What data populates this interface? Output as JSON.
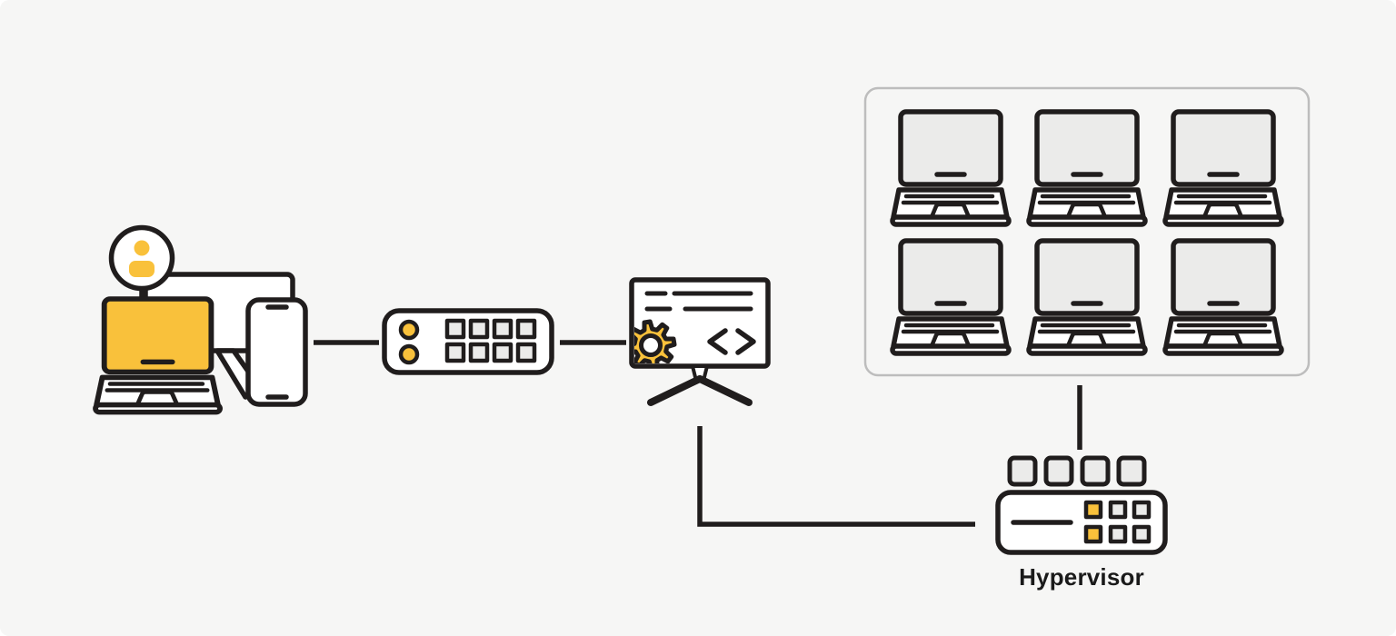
{
  "diagram": {
    "hypervisor_label": "Hypervisor",
    "client_cluster": {
      "icons": [
        "user-avatar-icon",
        "desktop-monitor-icon",
        "laptop-icon",
        "smartphone-icon"
      ]
    },
    "io_appliance": {
      "icon": "io-appliance-icon",
      "led_count": 2,
      "port_count": 8
    },
    "code_monitor": {
      "icons": [
        "gear-icon",
        "code-brackets-icon"
      ]
    },
    "vm_group": {
      "icon": "vm-laptop-icon",
      "count": 6,
      "rows": 2,
      "columns": 3
    },
    "hypervisor": {
      "icon": "hypervisor-appliance-icon",
      "top_module_count": 4,
      "grid": {
        "rows": 2,
        "columns": 3,
        "active_column": 1
      }
    }
  },
  "colors": {
    "background": "#F6F6F5",
    "outline": "#201D1D",
    "accent_yellow": "#F9C13B",
    "light_gray_fill": "#EBEBEA",
    "group_border": "#BDBDBD"
  }
}
